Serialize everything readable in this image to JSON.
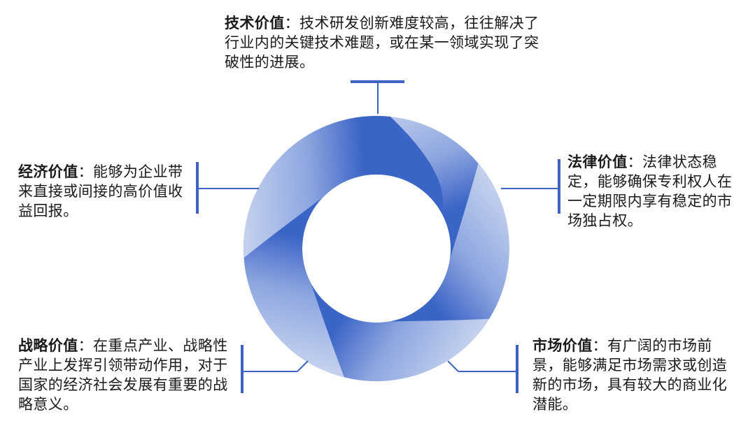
{
  "values": [
    {
      "key": "tech",
      "title": "技术价值",
      "sep": "：",
      "text": "技术研发创新难度较高，往往解决了行业内的关键技术难题，或在某一领域实现了突破性的进展。"
    },
    {
      "key": "law",
      "title": "法律价值",
      "sep": "：",
      "text": "法律状态稳定，能够确保专利权人在一定期限内享有稳定的市场独占权。"
    },
    {
      "key": "market",
      "title": "市场价值",
      "sep": "：",
      "text": "有广阔的市场前景，能够满足市场需求或创造新的市场，具有较大的商业化潜能。"
    },
    {
      "key": "strategy",
      "title": "战略价值",
      "sep": "：",
      "text": "在重点产业、战略性产业上发挥引领带动作用，对于国家的经济社会发展有重要的战略意义。"
    },
    {
      "key": "econ",
      "title": "经济价值",
      "sep": "：",
      "text": "能够为企业带来直接或间接的高价值收益回报。"
    }
  ],
  "colors": {
    "ring_light": "#c3d0ee",
    "ring_mid": "#8ea6e0",
    "ring_dark": "#3a64c6",
    "connector": "#3d63c2",
    "text": "#1a1a1a",
    "background": "#ffffff"
  }
}
